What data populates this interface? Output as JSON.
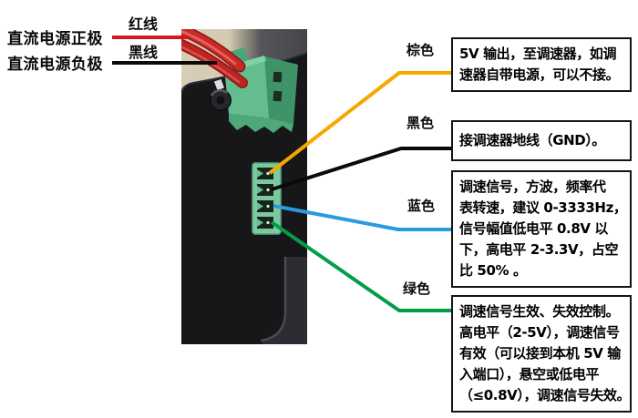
{
  "left_labels": {
    "dc_positive": "直流电源正极",
    "dc_negative": "直流电源负极",
    "red_wire": "红线",
    "black_wire": "黑线"
  },
  "wire_colors": {
    "red": "#d21a20",
    "black": "#0a0a0a",
    "brown": "#f5a800",
    "blue": "#2b9bdd",
    "green": "#009e48"
  },
  "photo": {
    "background_beige": "#d5cbb3",
    "background_gray": "#47474b",
    "device_black": "#17171a",
    "connector_green": "#63bd8d"
  },
  "callouts": {
    "brown": {
      "label": "棕色",
      "lines": [
        "5V 输出，至调速器，如调",
        "速器自带电源，可以不接。"
      ]
    },
    "black": {
      "label": "黑色",
      "lines": [
        "接调速器地线（GND）。"
      ]
    },
    "blue": {
      "label": "蓝色",
      "lines": [
        "调速信号，方波，频率代",
        "表转速，建议 0-3333Hz，",
        "信号幅值低电平 0.8V 以",
        "下，高电平 2-3.3V，占空",
        "比 50% 。"
      ]
    },
    "green": {
      "label": "绿色",
      "lines": [
        "调速信号生效、失效控制。",
        "高电平（2-5V），调速信号",
        "有效（可以接到本机 5V 输",
        "入端口），悬空或低电平",
        "（≤0.8V），调速信号失效。"
      ]
    }
  }
}
